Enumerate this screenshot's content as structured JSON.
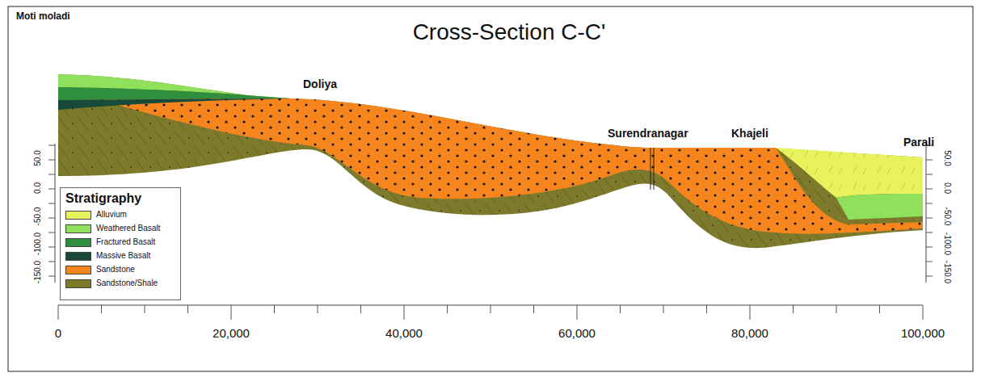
{
  "diagram": {
    "title": "Cross-Section C-C'",
    "labels": [
      "Moti moladi",
      "Doliya",
      "Surendranagar",
      "Khajeli",
      "Parali",
      "Stratigraphy",
      "50.0",
      "0.0",
      "-50.0",
      "-100.0",
      "-150.0",
      "50.0",
      "0.0",
      "-50.0",
      "-100.0",
      "-150.0",
      "0",
      "20,000",
      "40,000",
      "60,000",
      "80,000",
      "100,000"
    ],
    "legend": [
      {
        "text": "Alluvium",
        "color": "#e8f25c"
      },
      {
        "text": "Weathered Basalt",
        "color": "#8fe05a"
      },
      {
        "text": "Fractured Basalt",
        "color": "#2f8f3f"
      },
      {
        "text": "Massive Basalt",
        "color": "#184a3a"
      },
      {
        "text": "Sandstone",
        "color": "#f7851e"
      },
      {
        "text": "Sandstone/Shale",
        "color": "#7d7a2c"
      }
    ]
  }
}
